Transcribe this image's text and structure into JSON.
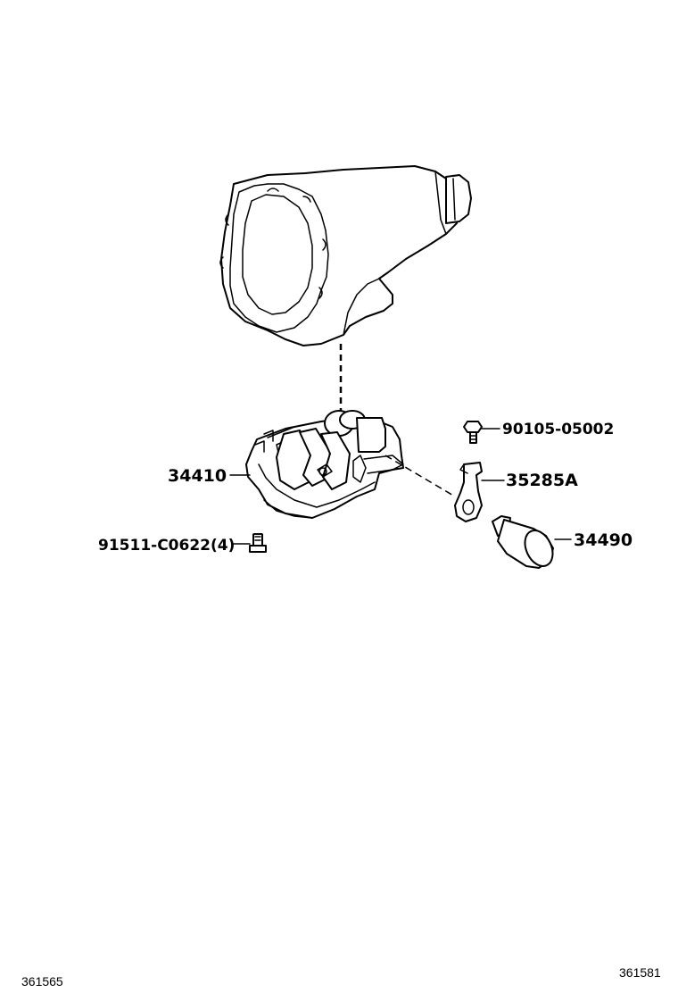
{
  "parts": {
    "valve_body": "34410",
    "valve_body_bolt": "91511-C0622(4)",
    "bracket_bolt": "90105-05002",
    "bracket": "35285A",
    "solenoid": "34490"
  },
  "footer": {
    "left_ref": "361565",
    "right_ref": "361581"
  }
}
